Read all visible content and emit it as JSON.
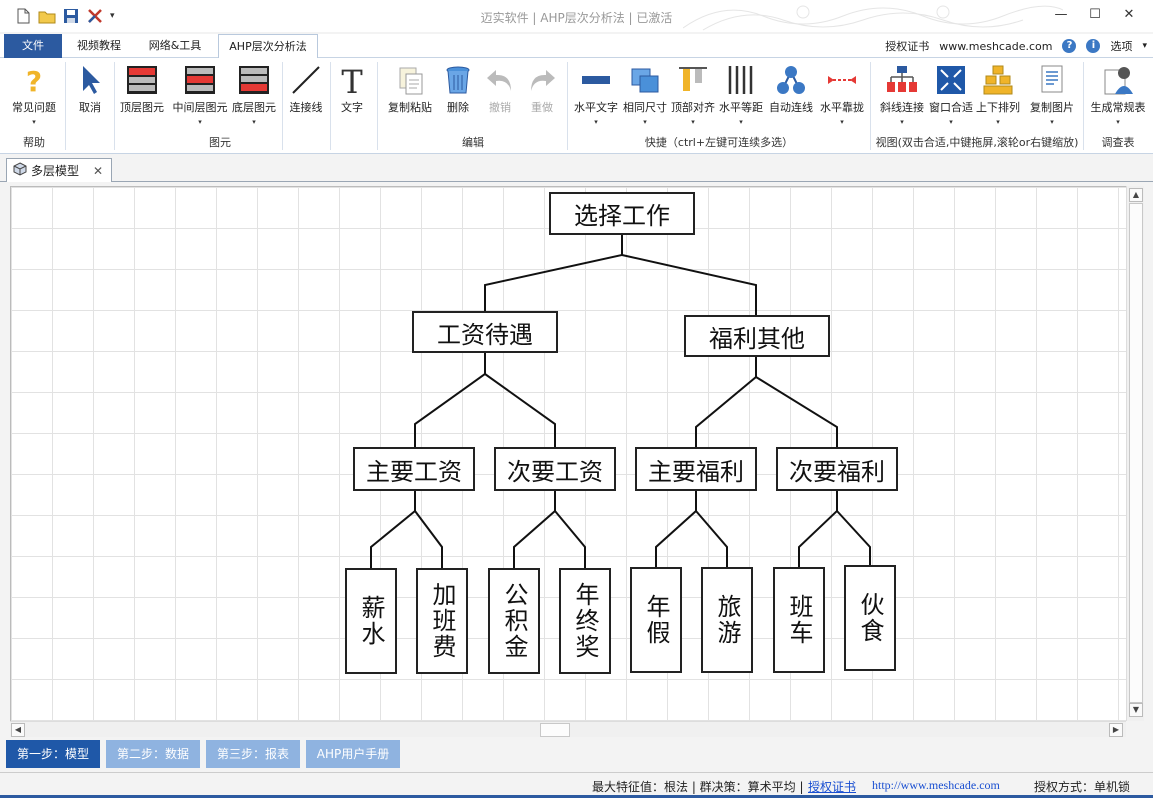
{
  "window": {
    "title": "迈实软件 | AHP层次分析法 | 已激活",
    "minimize": "—",
    "maximize": "☐",
    "close": "✕"
  },
  "menu": {
    "file": "文件",
    "video": "视频教程",
    "network": "网络&工具",
    "ahp": "AHP层次分析法",
    "license": "授权证书",
    "website": "www.meshcade.com",
    "help_icon": "?",
    "info_icon": "i",
    "options": "选项",
    "options_arrow": "▾"
  },
  "ribbon": {
    "faq": "常见问题",
    "cancel": "取消",
    "top_element": "顶层图元",
    "mid_element": "中间层图元",
    "bottom_element": "底层图元",
    "connector": "连接线",
    "text": "文字",
    "copy_paste": "复制粘贴",
    "delete": "删除",
    "undo": "撤销",
    "redo": "重做",
    "h_text": "水平文字",
    "same_size": "相同尺寸",
    "top_align": "顶部对齐",
    "h_equal": "水平等距",
    "auto_connect": "自动连线",
    "h_close": "水平靠拢",
    "diag_connect": "斜线连接",
    "fit_window": "窗口合适",
    "vertical_arrange": "上下排列",
    "copy_image": "复制图片",
    "gen_survey": "生成常规表",
    "dd": "▾",
    "group_help": "帮助",
    "group_elements": "图元",
    "group_edit": "编辑",
    "group_shortcut": "快捷（ctrl+左键可连续多选）",
    "group_view": "视图(双击合适,中键拖屏,滚轮or右键缩放)",
    "group_survey": "调查表"
  },
  "doc_tab": {
    "label": "多层模型",
    "close": "✕"
  },
  "model": {
    "goal": "选择工作",
    "criteria": [
      "工资待遇",
      "福利其他"
    ],
    "sub_criteria": [
      "主要工资",
      "次要工资",
      "主要福利",
      "次要福利"
    ],
    "alternatives": [
      "薪水",
      "加班费",
      "公积金",
      "年终奖",
      "年假",
      "旅游",
      "班车",
      "伙食"
    ]
  },
  "scroll": {
    "up": "▲",
    "down": "▼",
    "left": "◀",
    "right": "▶"
  },
  "steps": [
    "第一步：模型",
    "第二步：数据",
    "第三步：报表",
    "AHP用户手册"
  ],
  "status": {
    "max_eigen": "最大特征值：根法 | 群决策：算术平均 |",
    "license_link": "授权证书",
    "url": "http://www.meshcade.com",
    "auth_mode": "授权方式：单机锁"
  },
  "colors": {
    "accent": "#2c5aa0",
    "step_active": "#1f58a8",
    "step_inactive": "#8fb3e0",
    "link": "#1a4fd1"
  }
}
